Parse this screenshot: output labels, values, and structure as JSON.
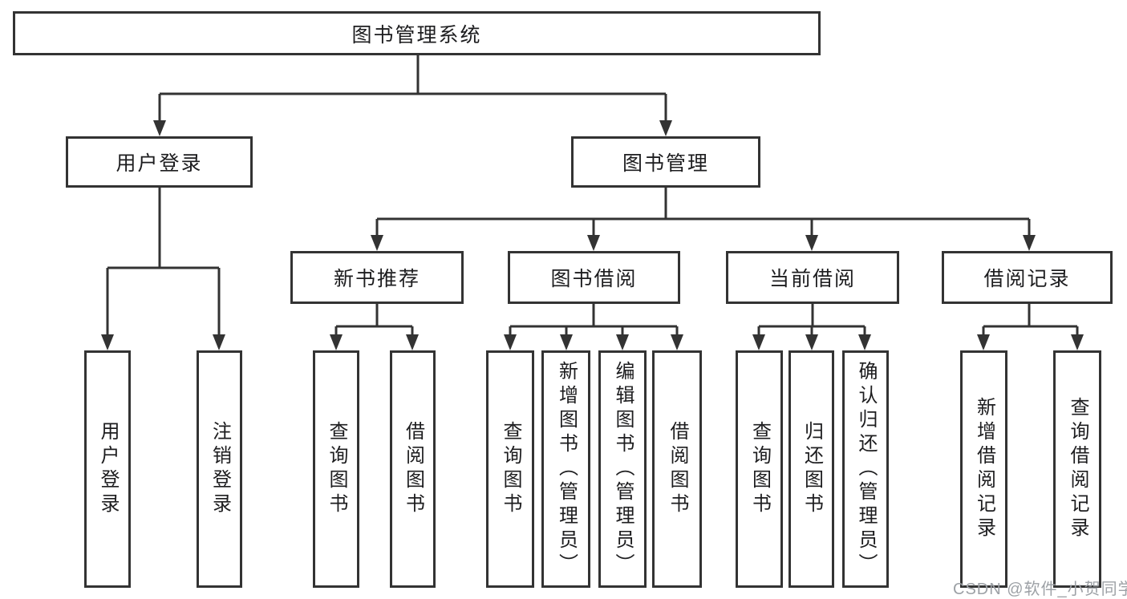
{
  "diagram": {
    "root": {
      "label": "图书管理系统"
    },
    "level2": {
      "user_login": "用户登录",
      "book_manage": "图书管理"
    },
    "level3": {
      "new_book": "新书推荐",
      "book_borrow": "图书借阅",
      "current_borrow": "当前借阅",
      "borrow_record": "借阅记录"
    },
    "leaves": {
      "login": "用户登录",
      "logout": "注销登录",
      "rec_query": "查询图书",
      "rec_borrow": "借阅图书",
      "bb_query": "查询图书",
      "bb_add": "新增图书（管理员）",
      "bb_edit": "编辑图书（管理员）",
      "bb_borrow": "借阅图书",
      "cb_query": "查询图书",
      "cb_return": "归还图书",
      "cb_confirm": "确认归还（管理员）",
      "br_add": "新增借阅记录",
      "br_query": "查询借阅记录"
    }
  },
  "watermark": "CSDN @软件_小贺同学",
  "colors": {
    "line": "#333333",
    "text": "#1d1d1f",
    "watermark": "#9da1a6",
    "background": "#ffffff"
  }
}
